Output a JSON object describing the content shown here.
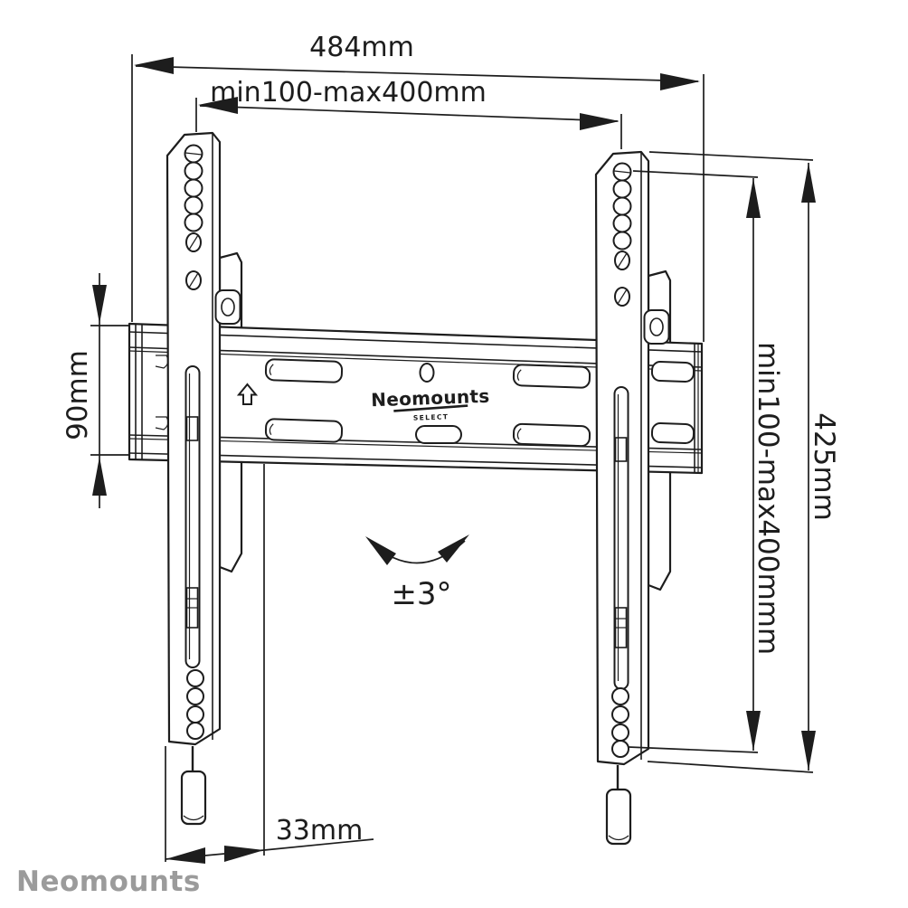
{
  "dims": {
    "total_width": "484mm",
    "vesa_width": "min100-max400mm",
    "plate_height": "90mm",
    "total_height": "425mm",
    "vesa_height": "min100-max400mmm",
    "bottom_depth": "33mm",
    "tilt_angle": "±3°"
  },
  "logo": {
    "brand": "Neomounts",
    "series": "SELECT"
  },
  "footer_brand": "Neomounts",
  "colors": {
    "line": "#1d1d1d",
    "footer_gray": "#9b9b9b",
    "background": "#ffffff"
  }
}
